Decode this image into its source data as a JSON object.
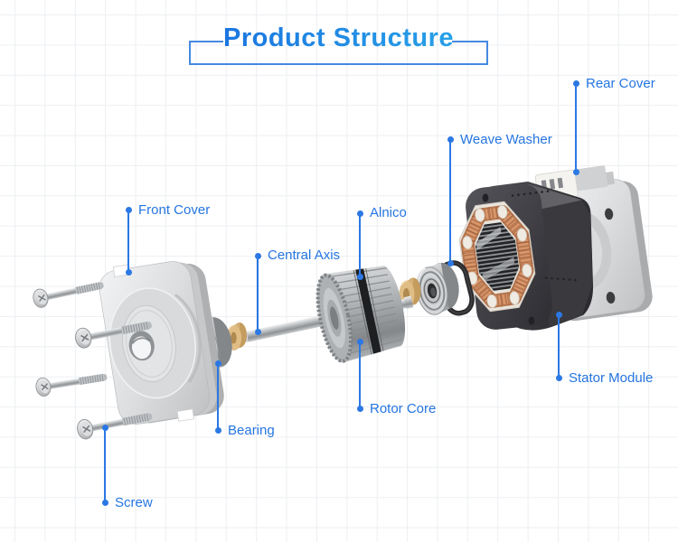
{
  "title": {
    "text": "Product Structure"
  },
  "style": {
    "accent_blue": "#2575e0",
    "title_gradient_start": "#1a6fdf",
    "title_gradient_end": "#28a7e8",
    "title_box_border": "#4589e2",
    "grid_line": "#edeff2",
    "background": "#ffffff"
  },
  "callouts": [
    {
      "id": "rear-cover",
      "label": "Rear Cover"
    },
    {
      "id": "weave-washer",
      "label": "Weave Washer"
    },
    {
      "id": "front-cover",
      "label": "Front Cover"
    },
    {
      "id": "central-axis",
      "label": "Central Axis"
    },
    {
      "id": "alnico",
      "label": "Alnico"
    },
    {
      "id": "stator-module",
      "label": "Stator Module"
    },
    {
      "id": "rotor-core",
      "label": "Rotor Core"
    },
    {
      "id": "bearing",
      "label": "Bearing"
    },
    {
      "id": "screw",
      "label": "Screw"
    }
  ],
  "illustration": {
    "type": "exploded-view stepper motor",
    "parts": [
      "Screw",
      "Front Cover",
      "Bearing",
      "Central Axis",
      "Rotor Core",
      "Alnico",
      "Weave Washer",
      "Stator Module",
      "Rear Cover"
    ],
    "material_colors": {
      "aluminum": "#d9dbdd",
      "steel": "#c3c6c8",
      "copper_winding": "#c07a52",
      "bobbin_white": "#e9e4dc",
      "stator_body": "#3a393d",
      "alnico_band": "#1e1f21",
      "nylon_washer": "#ddba82",
      "weave_washer": "#2c2c2e"
    }
  }
}
